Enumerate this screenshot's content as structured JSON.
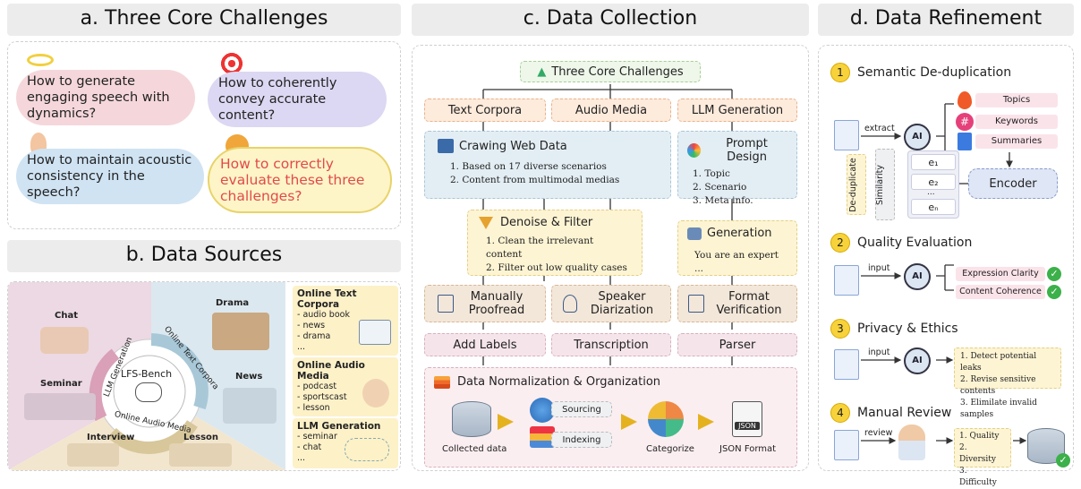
{
  "panel_a": {
    "title": "a. Three Core Challenges",
    "c1": "How to generate engaging speech with dynamics?",
    "c2": "How to coherently convey accurate content?",
    "c3": "How to maintain acoustic consistency in the speech?",
    "c4": "How to correctly evaluate these three challenges?"
  },
  "panel_b": {
    "title": "b. Data Sources",
    "center": "LFS-Bench",
    "ring_llm": "LLM Generation",
    "ring_text": "Online Text Corpora",
    "ring_audio": "Online Audio Media",
    "chat": "Chat",
    "seminar": "Seminar",
    "interview": "Interview",
    "lesson": "Lesson",
    "drama": "Drama",
    "news": "News",
    "src_text_title": "Online Text Corpora",
    "src_text_items": [
      "- audio book",
      "- news",
      "- drama",
      "..."
    ],
    "src_audio_title": "Online Audio Media",
    "src_audio_items": [
      "- podcast",
      "- sportscast",
      "- lesson",
      "..."
    ],
    "src_llm_title": "LLM Generation",
    "src_llm_items": [
      "- seminar",
      "- chat",
      "..."
    ]
  },
  "panel_c": {
    "title": "c. Data Collection",
    "root": "Three Core Challenges",
    "text_corpora": "Text Corpora",
    "audio_media": "Audio Media",
    "llm_generation": "LLM Generation",
    "crawl_title": "Crawing Web Data",
    "crawl_1": "1. Based on 17 diverse scenarios",
    "crawl_2": "2. Content from multimodal medias",
    "prompt_title": "Prompt Design",
    "prompt_1": "1. Topic",
    "prompt_2": "2. Scenario",
    "prompt_3": "3. Meta info.",
    "denoise_title": "Denoise & Filter",
    "denoise_1": "1. Clean the irrelevant content",
    "denoise_2": "2. Filter out low quality cases",
    "gen_title": "Generation",
    "gen_text": "You are an expert ...",
    "manual": "Manually Proofread",
    "speaker": "Speaker Diarization",
    "format": "Format Verification",
    "labels": "Add Labels",
    "transcription": "Transcription",
    "parser": "Parser",
    "norm_title": "Data Normalization & Organization",
    "collected": "Collected data",
    "sourcing": "Sourcing",
    "indexing": "Indexing",
    "categorize": "Categorize",
    "json_format": "JSON Format",
    "json_icon": "JSON"
  },
  "panel_d": {
    "title": "d. Data Refinement",
    "s1_num": "1",
    "s1": "Semantic De-duplication",
    "extract": "extract",
    "topics": "Topics",
    "keywords": "Keywords",
    "summaries": "Summaries",
    "deduplicate": "De-duplicate",
    "similarity": "Similarity",
    "e1": "e₁",
    "e2": "e₂",
    "edots": "...",
    "en": "eₙ",
    "encoder": "Encoder",
    "s2_num": "2",
    "s2": "Quality Evaluation",
    "input": "input",
    "expr": "Expression Clarity",
    "coher": "Content Coherence",
    "s3_num": "3",
    "s3": "Privacy & Ethics",
    "p1": "1. Detect potential leaks",
    "p2": "2. Revise sensitive contents",
    "p3": "3. Elimilate invalid  samples",
    "s4_num": "4",
    "s4": "Manual Review",
    "review": "review",
    "r1": "1. Quality",
    "r2": "2. Diversity",
    "r3": "3. Difficulty",
    "ai": "AI"
  }
}
